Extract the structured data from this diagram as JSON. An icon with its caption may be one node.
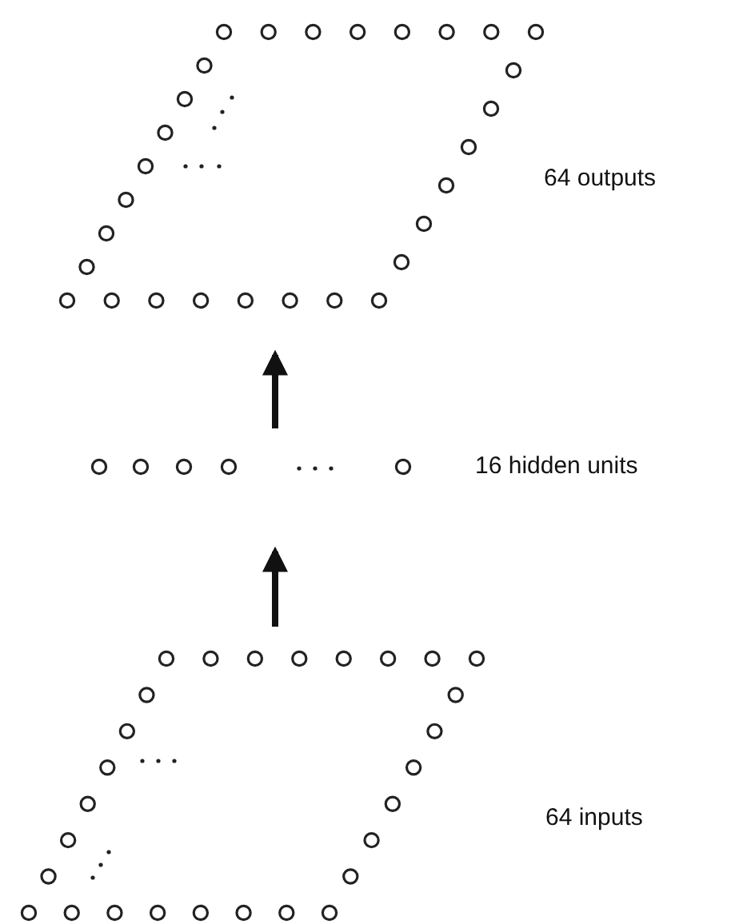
{
  "diagram": {
    "nodes": [
      {
        "text": [],
        "shape": "picture",
        "beside": [
          "64 outputs"
        ]
      },
      {
        "text": [],
        "shape": "picture",
        "beside": [
          "16 hidden units"
        ]
      },
      {
        "text": [],
        "shape": "picture",
        "beside": [
          "64 inputs"
        ]
      }
    ],
    "edges": [
      {
        "from": 2,
        "to": 1,
        "arrow": "to"
      },
      {
        "from": 1,
        "to": 0,
        "arrow": "to"
      }
    ]
  }
}
